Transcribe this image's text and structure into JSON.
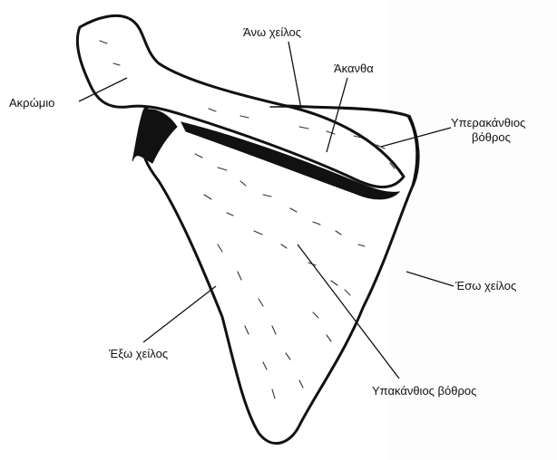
{
  "figure": {
    "labels": {
      "acromion": "Ακρώμιο",
      "superior_border": "Άνω χείλος",
      "spine": "Άκανθα",
      "supraspinous_fossa": "Υπερακάνθιος βόθρος",
      "medial_border": "Έσω χείλος",
      "lateral_border": "Έξω χείλος",
      "infraspinous_fossa": "Υπακάνθιος βόθρος"
    }
  }
}
